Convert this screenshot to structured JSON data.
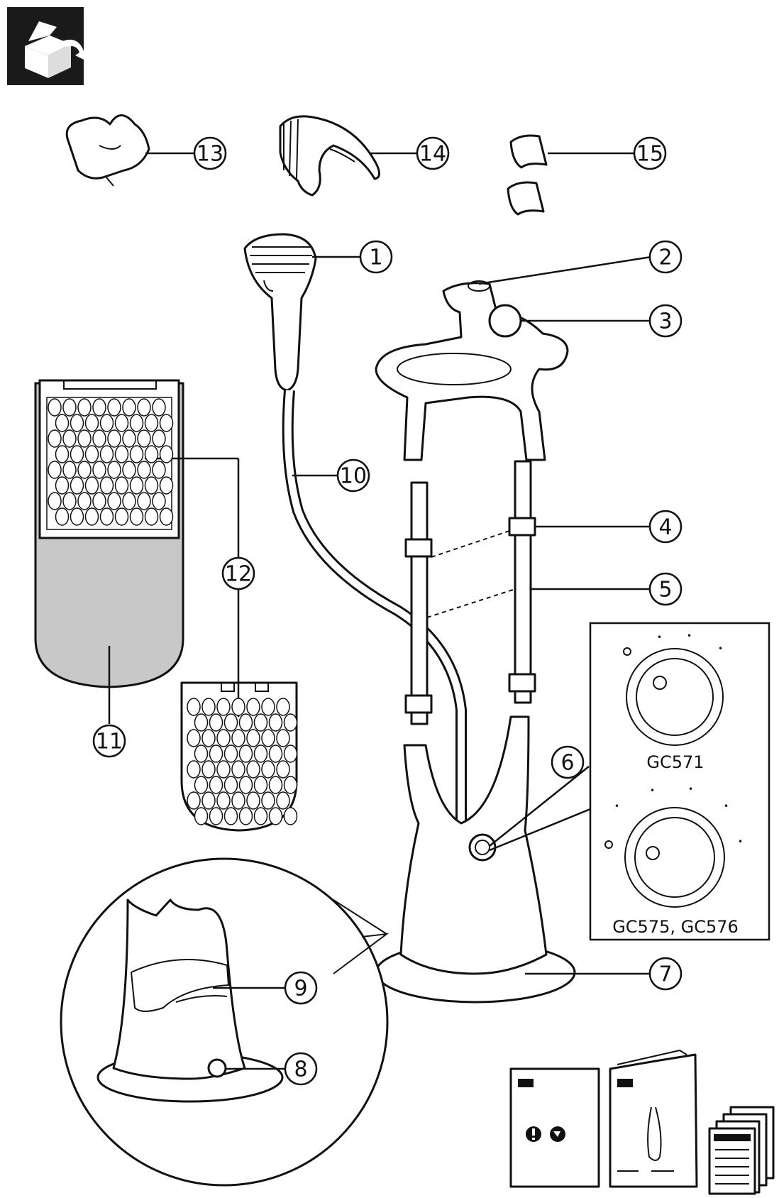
{
  "icons": {
    "unpack": "unpack-box-icon",
    "warning": "warning-icon",
    "recycle": "recycle-icon"
  },
  "callouts": {
    "c1": "1",
    "c2": "2",
    "c3": "3",
    "c4": "4",
    "c5": "5",
    "c6": "6",
    "c7": "7",
    "c8": "8",
    "c9": "9",
    "c10": "10",
    "c11": "11",
    "c12": "12",
    "c13": "13",
    "c14": "14",
    "c15": "15"
  },
  "models": {
    "top": "GC571",
    "bottom": "GC575, GC576"
  },
  "colors": {
    "ink": "#111111",
    "fill_gray": "#c8c8c8",
    "icon_bg": "#1a1a1a"
  }
}
